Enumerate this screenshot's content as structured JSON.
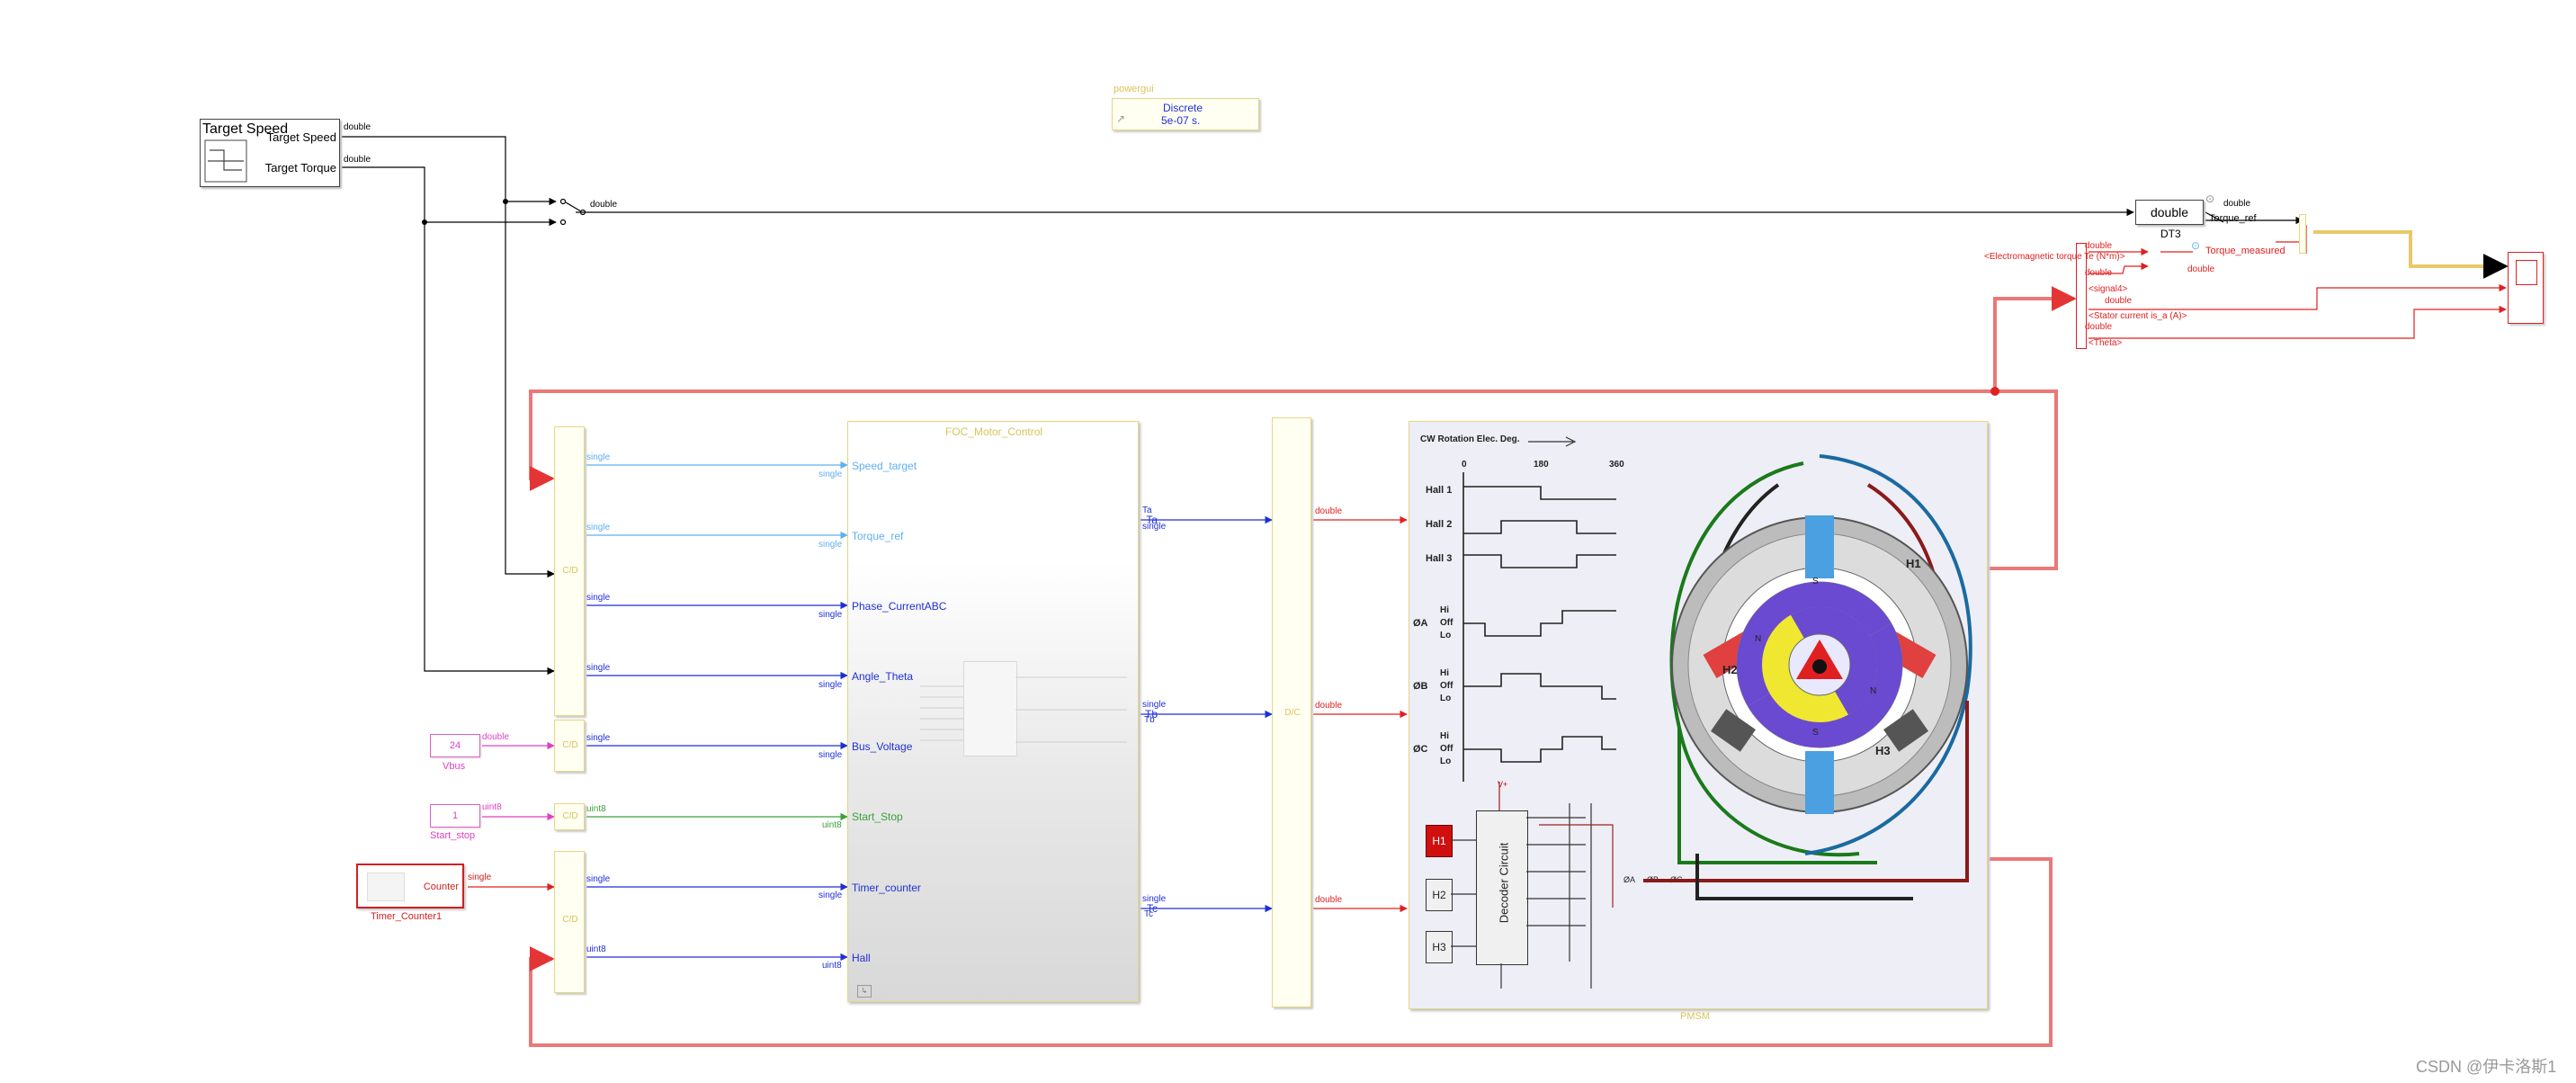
{
  "source": {
    "title": "Target Speed",
    "out1": "Target Speed",
    "out2": "Target Torque",
    "sig1": "double",
    "sig2": "double"
  },
  "powergui": {
    "name": "powergui",
    "line1": "Discrete",
    "line2": "5e-07 s."
  },
  "switch_sig": "double",
  "dt3": {
    "label": "double",
    "name": "DT3",
    "out_sig": "double",
    "goto": "Torque_ref"
  },
  "measure": {
    "sig_a": "double",
    "goto": "Torque_measured",
    "sig_b": "double",
    "sig_c": "double",
    "em_label": "<Electromagnetic torque Te (N*m)>",
    "bus_sig1": "<signal4>",
    "bus_sig1_type": "double",
    "bus_sig2": "<Stator current is_a (A)>",
    "bus_sig2_type": "double",
    "bus_sig3": "<Theta>"
  },
  "foc": {
    "name": "FOC_Motor_Control",
    "inputs": [
      "Speed_target",
      "Torque_ref",
      "Phase_CurrentABC",
      "Angle_Theta",
      "Bus_Voltage",
      "Start_Stop",
      "Timer_counter",
      "Hall"
    ],
    "input_types": [
      "single",
      "single",
      "single",
      "single",
      "single",
      "uint8",
      "single",
      "uint8"
    ],
    "outputs": [
      "Ta",
      "Tb",
      "Tc"
    ],
    "output_types": [
      "single",
      "single",
      "single"
    ]
  },
  "dc_left_sigs": [
    "single",
    "single",
    "single",
    "single",
    "single",
    "uint8",
    "single",
    "uint8"
  ],
  "dc_left_labels": [
    "C/D",
    "C/D",
    "C/D",
    "C/D"
  ],
  "dc_right": {
    "label": "D/C",
    "sig_a": "double",
    "sig_b": "double",
    "sig_c": "double"
  },
  "consts": {
    "vbus_value": "24",
    "vbus_name": "Vbus",
    "vbus_sig": "double",
    "start_value": "1",
    "start_name": "Start_stop",
    "start_sig": "uint8"
  },
  "timer": {
    "port": "Counter",
    "name": "Timer_Counter1",
    "sig": "single"
  },
  "pmsm": {
    "name": "PMSM",
    "rotation": "CW Rotation Elec. Deg.",
    "ticks": [
      "0",
      "180",
      "360"
    ],
    "hall_rows": [
      "Hall 1",
      "Hall 2",
      "Hall 3"
    ],
    "phase_rows": [
      "ØA",
      "ØB",
      "ØC"
    ],
    "levels": [
      "Hi",
      "Off",
      "Lo"
    ],
    "decoder": "Decoder Circuit",
    "vplus": "V+",
    "hall_boxes": [
      "H1",
      "H2",
      "H3"
    ],
    "motor_halls": [
      "H1",
      "H2",
      "H3"
    ],
    "phase_out": [
      "ØA",
      "ØB",
      "ØC"
    ],
    "poles": [
      "S",
      "N",
      "S",
      "N"
    ]
  },
  "watermark": "CSDN @伊卡洛斯1",
  "colors": {
    "blue_wire": "#1f2fd6",
    "light_wire": "#5fb0ee",
    "red_wire": "#e02020",
    "magenta": "#e040c0",
    "green_wire": "#3aa13a",
    "block_yellow": "#e6d784"
  }
}
